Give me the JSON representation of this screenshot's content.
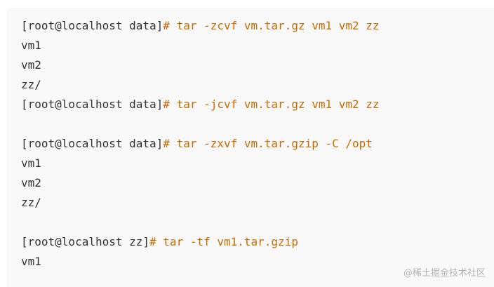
{
  "terminal": {
    "lines": [
      {
        "prompt": "[root@localhost data]",
        "cmd": "# tar -zcvf vm.tar.gz vm1 vm2 zz",
        "text": ""
      },
      {
        "prompt": "",
        "cmd": "",
        "text": "vm1"
      },
      {
        "prompt": "",
        "cmd": "",
        "text": "vm2"
      },
      {
        "prompt": "",
        "cmd": "",
        "text": "zz/"
      },
      {
        "prompt": "[root@localhost data]",
        "cmd": "# tar -jcvf vm.tar.gz vm1 vm2 zz",
        "text": ""
      },
      {
        "prompt": "",
        "cmd": "",
        "text": ""
      },
      {
        "prompt": "[root@localhost data]",
        "cmd": "# tar -zxvf vm.tar.gzip -C /opt",
        "text": ""
      },
      {
        "prompt": "",
        "cmd": "",
        "text": "vm1"
      },
      {
        "prompt": "",
        "cmd": "",
        "text": "vm2"
      },
      {
        "prompt": "",
        "cmd": "",
        "text": "zz/"
      },
      {
        "prompt": "",
        "cmd": "",
        "text": ""
      },
      {
        "prompt": "[root@localhost zz]",
        "cmd": "# tar -tf vm1.tar.gzip",
        "text": ""
      },
      {
        "prompt": "",
        "cmd": "",
        "text": "vm1"
      }
    ]
  },
  "watermark": {
    "text": "@稀土掘金技术社区"
  },
  "colors": {
    "background": "#f8f8f8",
    "command": "#c76b00",
    "text": "#333333"
  }
}
